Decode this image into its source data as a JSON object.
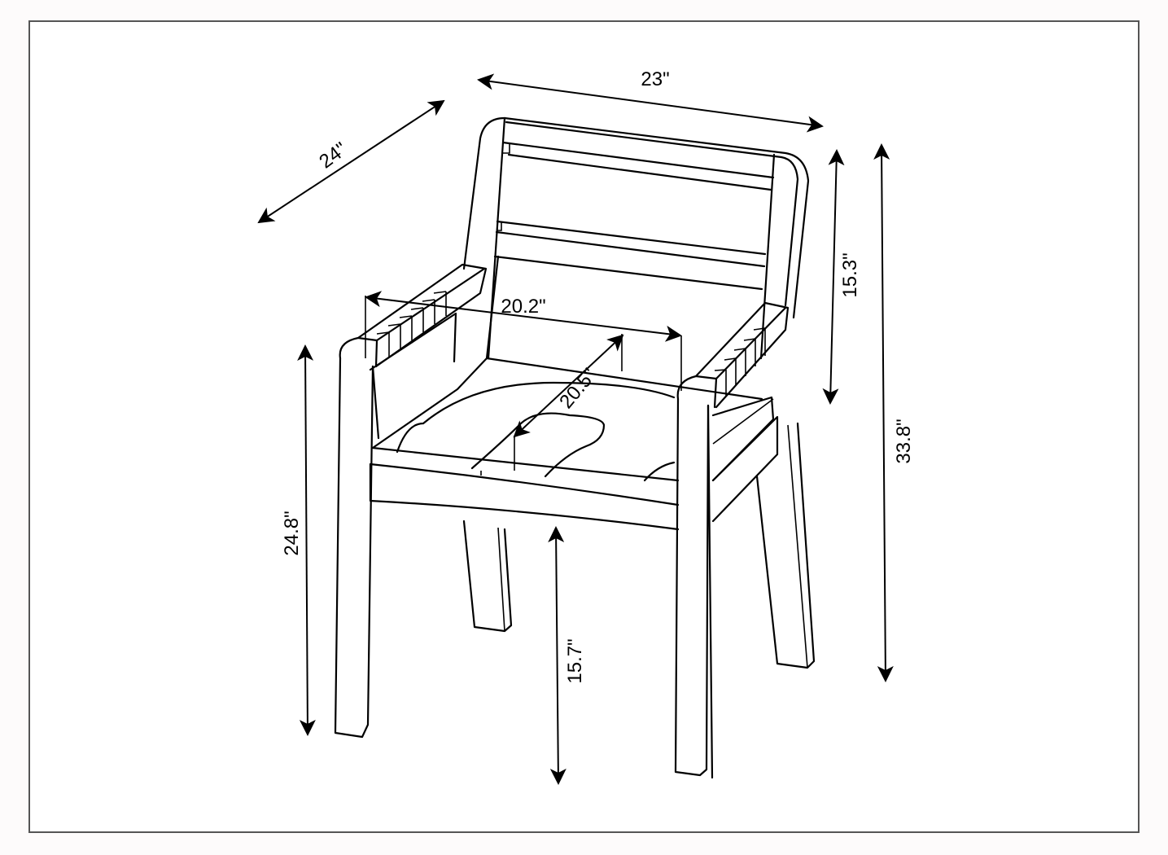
{
  "diagram": {
    "subject": "Arm chair dimension drawing",
    "stroke_color": "#000000",
    "background": "#ffffff",
    "frame_color": "#555555",
    "dimensions": {
      "width": "23\"",
      "depth": "24\"",
      "backrest_height": "15.3\"",
      "overall_height": "33.8\"",
      "seat_width": "20.2\"",
      "seat_depth": "20.5\"",
      "arm_height": "24.8\"",
      "seat_height": "15.7\""
    }
  }
}
